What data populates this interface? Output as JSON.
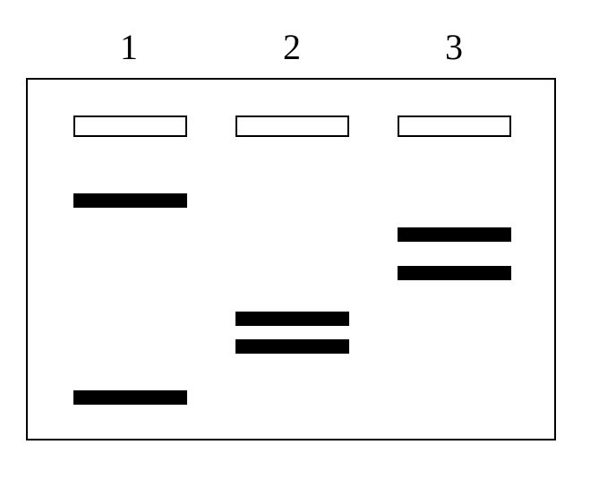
{
  "gel": {
    "lanes": [
      {
        "label": "1",
        "band_count": 2
      },
      {
        "label": "2",
        "band_count": 2
      },
      {
        "label": "3",
        "band_count": 2
      }
    ],
    "colors": {
      "band": "#000000",
      "outline": "#000000",
      "background": "#ffffff"
    }
  }
}
